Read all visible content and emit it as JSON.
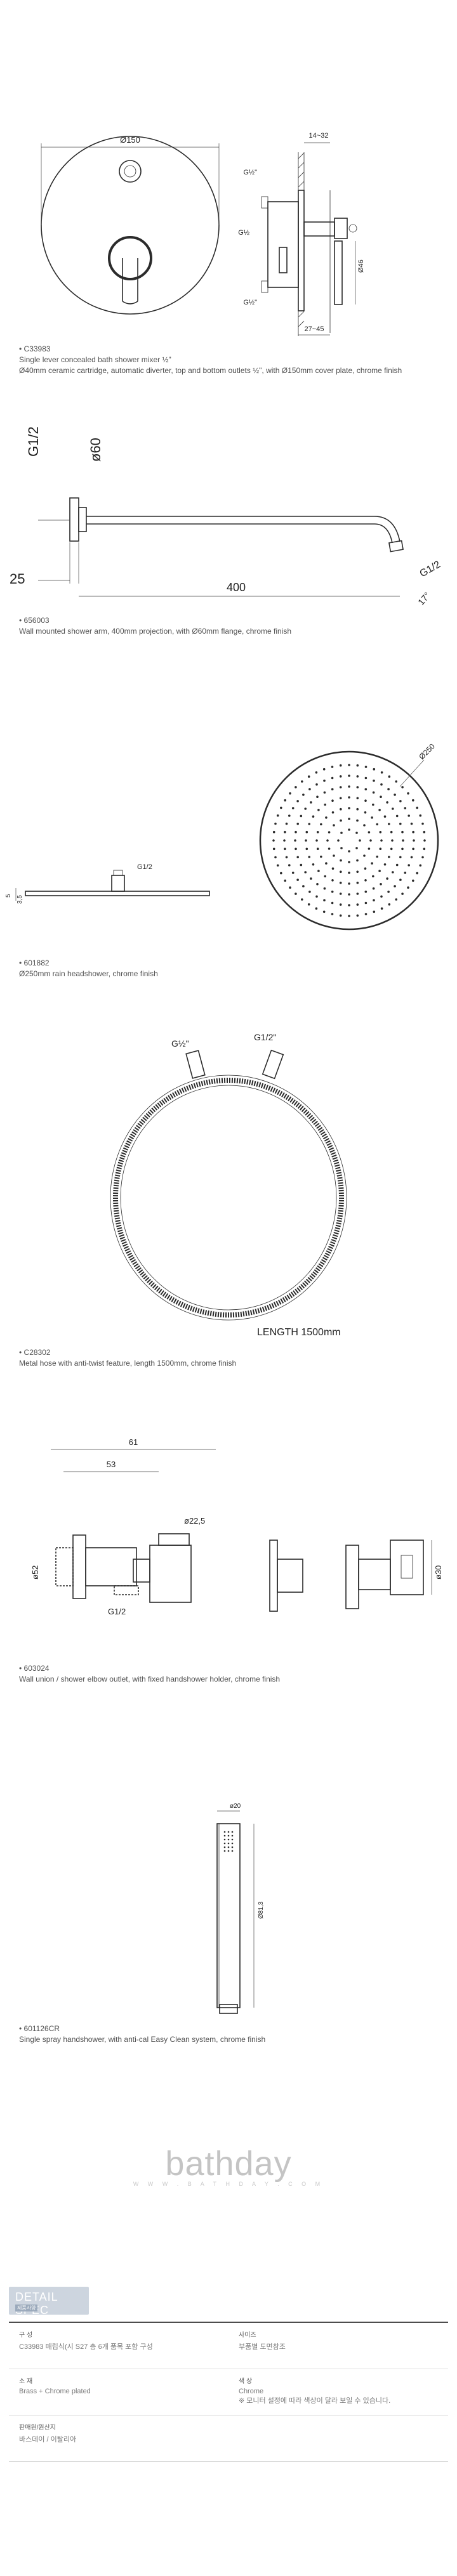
{
  "products": [
    {
      "code": "• C33983",
      "desc_line1": "Single lever concealed bath shower mixer ½\"",
      "desc_line2": "Ø40mm ceramic cartridge, automatic diverter, top and bottom outlets ½\", with Ø150mm cover plate, chrome finish",
      "dims": {
        "diameter": "Ø150",
        "depth": "14~32",
        "g_top": "G½\"",
        "g_mid": "G½",
        "g_bot": "G½\"",
        "height": "Ø46",
        "range": "27~45"
      }
    },
    {
      "code": "• 656003",
      "desc_line1": "Wall mounted shower arm, 400mm projection, with Ø60mm flange, chrome finish",
      "dims": {
        "thread": "G1/2",
        "flange": "ø60",
        "offset": "25",
        "length": "400",
        "outlet": "G1/2",
        "angle": "17°"
      }
    },
    {
      "code": "• 601882",
      "desc_line1": "Ø250mm rain headshower, chrome finish",
      "dims": {
        "diameter": "Ø250",
        "thread": "G1/2",
        "h1": "5",
        "h2": "3,5"
      }
    },
    {
      "code": "• C28302",
      "desc_line1": "Metal hose with anti-twist feature, length 1500mm, chrome finish",
      "dims": {
        "g_left": "G½\"",
        "g_right": "G1/2\"",
        "length": "LENGTH 1500mm"
      }
    },
    {
      "code": "• 603024",
      "desc_line1": "Wall union / shower elbow outlet, with fixed handshower holder, chrome finish",
      "dims": {
        "total": "61",
        "inner": "53",
        "diam_small": "ø22,5",
        "diam_flange": "ø52",
        "thread": "G1/2",
        "diam_right": "ø30"
      }
    },
    {
      "code": "• 601126CR",
      "desc_line1": "Single spray handshower, with anti-cal Easy Clean system, chrome finish",
      "dims": {
        "diameter": "ø20",
        "length": "Ø81,3"
      }
    }
  ],
  "brand": {
    "name": "bathday",
    "url": "W W W . B A T H D A Y . C O M"
  },
  "spec": {
    "tab_title": "DETAIL SPEC",
    "tab_sub": "제품사양",
    "rows": [
      [
        {
          "label": "구 성",
          "value": "C33983 매립식(시 S27 층 6개 품목 포함 구성"
        },
        {
          "label": "사이즈",
          "value": "부품별 도면참조"
        }
      ],
      [
        {
          "label": "소 재",
          "value": "Brass + Chrome plated"
        },
        {
          "label": "색 상",
          "value": "Chrome\n※ 모니터 설정에 따라 색상이 달라 보일 수 있습니다."
        }
      ],
      [
        {
          "label": "판매원/원산지",
          "value": "바스데이 / 이탈리아"
        },
        {
          "label": "",
          "value": ""
        }
      ]
    ]
  }
}
